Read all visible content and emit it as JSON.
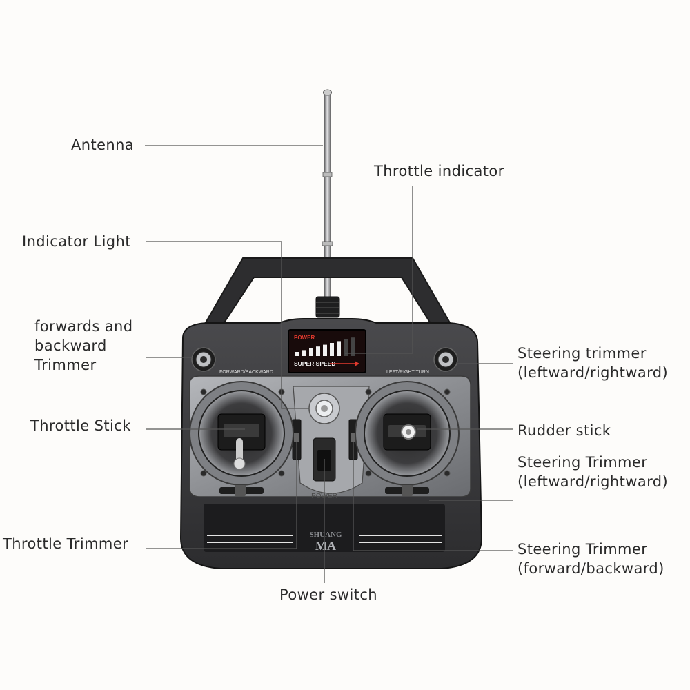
{
  "labels": {
    "antenna": "Antenna",
    "throttle_indicator": "Throttle indicator",
    "indicator_light": "Indicator Light",
    "fb_trimmer": "forwards and\nbackward\nTrimmer",
    "steering_trimmer_top": "Steering trimmer\n(leftward/rightward)",
    "throttle_stick": "Throttle Stick",
    "rudder_stick": "Rudder stick",
    "steering_trimmer_mid": "Steering Trimmer\n(leftward/rightward)",
    "throttle_trimmer": "Throttle Trimmer",
    "steering_trimmer_bottom": "Steering Trimmer\n(forward/backward)",
    "power_switch": "Power switch"
  },
  "device": {
    "screen_power": "POWER",
    "screen_speed": "SUPER SPEED",
    "label_fb": "FORWARD/BACKWARD",
    "label_lr": "LEFT/RIGHT TURN",
    "brand_line1": "SHUANG",
    "brand_line2": "MA",
    "power_button_text": "POWER",
    "throttle_level": 0.8,
    "colors": {
      "body": "#3a3a3c",
      "panel": "#8d8f93",
      "screen": "#1a0d0d",
      "screen_bars": "#f2f2f2",
      "screen_accent": "#e23a2e",
      "leader_lines": "#555555"
    }
  }
}
